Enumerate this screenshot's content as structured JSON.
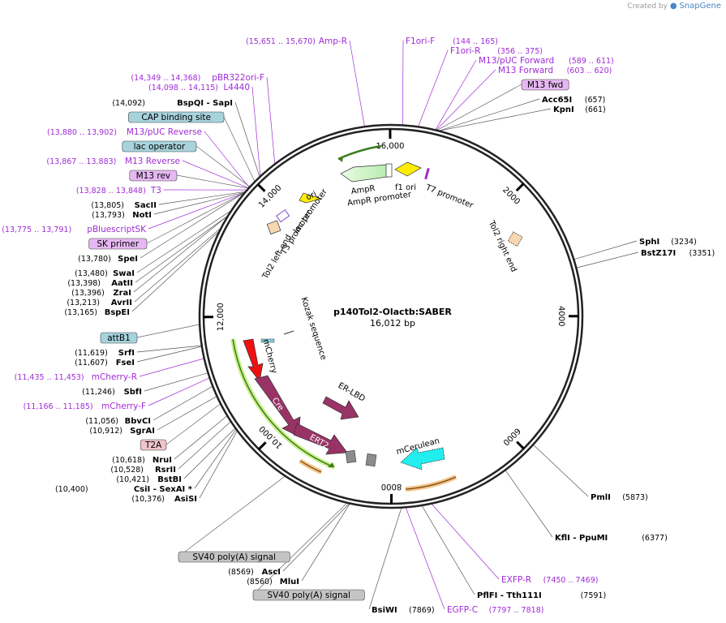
{
  "watermark": {
    "prefix": "Created by",
    "brand": "SnapGene"
  },
  "plasmid": {
    "name": "p140Tol2-Olactb:SABER",
    "length_label": "16,012 bp",
    "total_bp": 16012
  },
  "ticks": [
    {
      "bp": 2000,
      "label": "2000"
    },
    {
      "bp": 4000,
      "label": "4000"
    },
    {
      "bp": 6000,
      "label": "6000"
    },
    {
      "bp": 8000,
      "label": "8000"
    },
    {
      "bp": 10000,
      "label": "10,000"
    },
    {
      "bp": 12000,
      "label": "12,000"
    },
    {
      "bp": 14000,
      "label": "14,000"
    },
    {
      "bp": 16000,
      "label": "16,000"
    }
  ],
  "right_labels": [
    {
      "kind": "primer",
      "name": "F1ori-F",
      "pos": "(144 .. 165)",
      "bp": 155
    },
    {
      "kind": "primer",
      "name": "F1ori-R",
      "pos": "(356 .. 375)",
      "bp": 365
    },
    {
      "kind": "primer",
      "name": "M13/pUC Forward",
      "pos": "(589 .. 611)",
      "bp": 600
    },
    {
      "kind": "primer",
      "name": "M13 Forward",
      "pos": "(603 .. 620)",
      "bp": 611
    },
    {
      "kind": "box",
      "name": "M13 fwd",
      "color": "#e6b8f2",
      "bp": 625
    },
    {
      "kind": "site",
      "name": "Acc65I",
      "pos": "(657)",
      "bp": 657
    },
    {
      "kind": "site",
      "name": "KpnI",
      "pos": "(661)",
      "bp": 661
    },
    {
      "kind": "site",
      "name": "SphI",
      "pos": "(3234)",
      "bp": 3234
    },
    {
      "kind": "site",
      "name": "BstZ17I",
      "pos": "(3351)",
      "bp": 3351
    },
    {
      "kind": "site",
      "name": "PmlI",
      "pos": "(5873)",
      "bp": 5873
    },
    {
      "kind": "site",
      "name": "KflI  -  PpuMI",
      "pos": "(6377)",
      "bp": 6377
    },
    {
      "kind": "primer",
      "name": "EXFP-R",
      "pos": "(7450 .. 7469)",
      "bp": 7460
    },
    {
      "kind": "site",
      "name": "PflFI  -  Tth111I",
      "pos": "(7591)",
      "bp": 7591
    },
    {
      "kind": "primer",
      "name": "EGFP-C",
      "pos": "(7797 .. 7818)",
      "bp": 7807
    },
    {
      "kind": "site",
      "name": "BsiWI",
      "pos": "(7869)",
      "bp": 7869
    }
  ],
  "left_labels": [
    {
      "kind": "primer",
      "name": "Amp-R",
      "pos": "(15,651 .. 15,670)",
      "bp": 15660
    },
    {
      "kind": "primer",
      "name": "pBR322ori-F",
      "pos": "(14,349 .. 14,368)",
      "bp": 14358
    },
    {
      "kind": "primer",
      "name": "L4440",
      "pos": "(14,098 .. 14,115)",
      "bp": 14106
    },
    {
      "kind": "site",
      "name": "BspQI   -  SapI",
      "pos": "(14,092)",
      "bp": 14092
    },
    {
      "kind": "box",
      "name": "CAP binding site",
      "color": "#a7d3dd",
      "bp": 14000
    },
    {
      "kind": "primer",
      "name": "M13/pUC Reverse",
      "pos": "(13,880 .. 13,902)",
      "bp": 13891
    },
    {
      "kind": "box",
      "name": "lac operator",
      "color": "#a7d3dd",
      "bp": 13900
    },
    {
      "kind": "primer",
      "name": "M13 Reverse",
      "pos": "(13,867 .. 13,883)",
      "bp": 13875
    },
    {
      "kind": "box",
      "name": "M13 rev",
      "color": "#e6b8f2",
      "bp": 13870
    },
    {
      "kind": "primer",
      "name": "T3",
      "pos": "(13,828 .. 13,848)",
      "bp": 13838
    },
    {
      "kind": "site",
      "name": "SacII",
      "pos": "(13,805)",
      "bp": 13805
    },
    {
      "kind": "site",
      "name": "NotI",
      "pos": "(13,793)",
      "bp": 13793
    },
    {
      "kind": "primer",
      "name": "pBluescriptSK",
      "pos": "(13,775 .. 13,791)",
      "bp": 13783
    },
    {
      "kind": "box",
      "name": "SK primer",
      "color": "#e6b8f2",
      "bp": 13780
    },
    {
      "kind": "site",
      "name": "SpeI",
      "pos": "(13,780)",
      "bp": 13780
    },
    {
      "kind": "site",
      "name": "SwaI",
      "pos": "(13,480)",
      "bp": 13480
    },
    {
      "kind": "site",
      "name": "AatII",
      "pos": "(13,398)",
      "bp": 13398
    },
    {
      "kind": "site",
      "name": "ZraI",
      "pos": "(13,396)",
      "bp": 13396
    },
    {
      "kind": "site",
      "name": "AvrII",
      "pos": "(13,213)",
      "bp": 13213
    },
    {
      "kind": "site",
      "name": "BspEI",
      "pos": "(13,165)",
      "bp": 13165
    },
    {
      "kind": "box",
      "name": "attB1",
      "color": "#a7d3dd",
      "bp": 11900
    },
    {
      "kind": "site",
      "name": "SrfI",
      "pos": "(11,619)",
      "bp": 11619
    },
    {
      "kind": "site",
      "name": "FseI",
      "pos": "(11,607)",
      "bp": 11607
    },
    {
      "kind": "primer",
      "name": "mCherry-R",
      "pos": "(11,435 .. 11,453)",
      "bp": 11444
    },
    {
      "kind": "site",
      "name": "SbfI",
      "pos": "(11,246)",
      "bp": 11246
    },
    {
      "kind": "primer",
      "name": "mCherry-F",
      "pos": "(11,166 .. 11,185)",
      "bp": 11175
    },
    {
      "kind": "site",
      "name": "BbvCI",
      "pos": "(11,056)",
      "bp": 11056
    },
    {
      "kind": "site",
      "name": "SgrAI",
      "pos": "(10,912)",
      "bp": 10912
    },
    {
      "kind": "box",
      "name": "T2A",
      "color": "#f0c4cc",
      "bp": 10800
    },
    {
      "kind": "site",
      "name": "NruI",
      "pos": "(10,618)",
      "bp": 10618
    },
    {
      "kind": "site",
      "name": "RsrII",
      "pos": "(10,528)",
      "bp": 10528
    },
    {
      "kind": "site",
      "name": "BstBI",
      "pos": "(10,421)",
      "bp": 10421
    },
    {
      "kind": "site",
      "name": "CsiI   -  SexAI  *",
      "pos": "(10,400)",
      "bp": 10400
    },
    {
      "kind": "site",
      "name": "AsiSI",
      "pos": "(10,376)",
      "bp": 10376
    }
  ],
  "bottom_labels": [
    {
      "kind": "box",
      "name": "SV40 poly(A) signal",
      "color": "#c4c4c4",
      "bp": 9500
    },
    {
      "kind": "site",
      "name": "AscI",
      "pos": "(8569)",
      "bp": 8569
    },
    {
      "kind": "site",
      "name": "MluI",
      "pos": "(8560)",
      "bp": 8560
    },
    {
      "kind": "box",
      "name": "SV40 poly(A) signal",
      "color": "#c4c4c4",
      "bp": 8600
    }
  ],
  "features": [
    {
      "name": "ori",
      "color": "#ffee00"
    },
    {
      "name": "AmpR",
      "color": "#ccf2c4"
    },
    {
      "name": "f1 ori",
      "color": "#cccccc"
    },
    {
      "name": "T7 promoter",
      "color": "#ffffff"
    },
    {
      "name": "AmpR promoter",
      "color": "#ffffff"
    },
    {
      "name": "lac promoter",
      "color": "#ffffff"
    },
    {
      "name": "T3 promoter",
      "color": "#ffffff"
    },
    {
      "name": "Tol2 left end",
      "color": "#f7d7b0"
    },
    {
      "name": "Tol2 right end",
      "color": "#f7d7b0"
    },
    {
      "name": "Kozak sequence",
      "color": "#ffffff"
    },
    {
      "name": "mCherry",
      "color": "#ee1111"
    },
    {
      "name": "Cre",
      "color": "#993366"
    },
    {
      "name": "ERT2",
      "color": "#993366"
    },
    {
      "name": "ER-LBD",
      "color": "#993366"
    },
    {
      "name": "mCerulean",
      "color": "#22eeee"
    }
  ]
}
